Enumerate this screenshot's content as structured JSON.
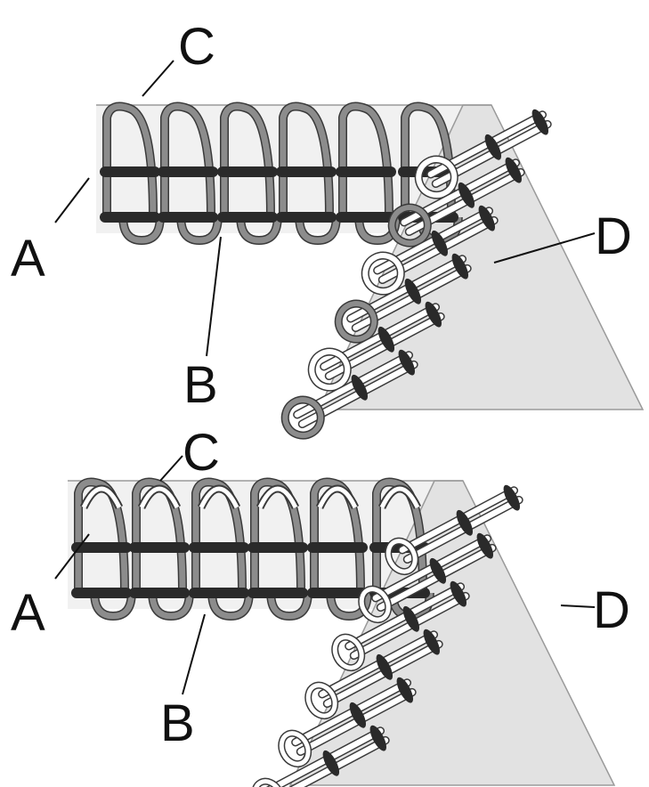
{
  "panels": [
    {
      "id": "top",
      "labels": {
        "a": "A",
        "b": "B",
        "c": "C",
        "d": "D"
      }
    },
    {
      "id": "bottom",
      "labels": {
        "a": "A",
        "b": "B",
        "c": "C",
        "d": "D"
      }
    }
  ],
  "colors": {
    "fabric": "#e2e2e2",
    "fabric_edge": "#9a9a9a",
    "thread_grey": "#8c8c8c",
    "thread_dark_outline": "#3a3a3a",
    "thread_white": "#ffffff",
    "bar_tack": "#2a2a2a",
    "label": "#111111"
  }
}
